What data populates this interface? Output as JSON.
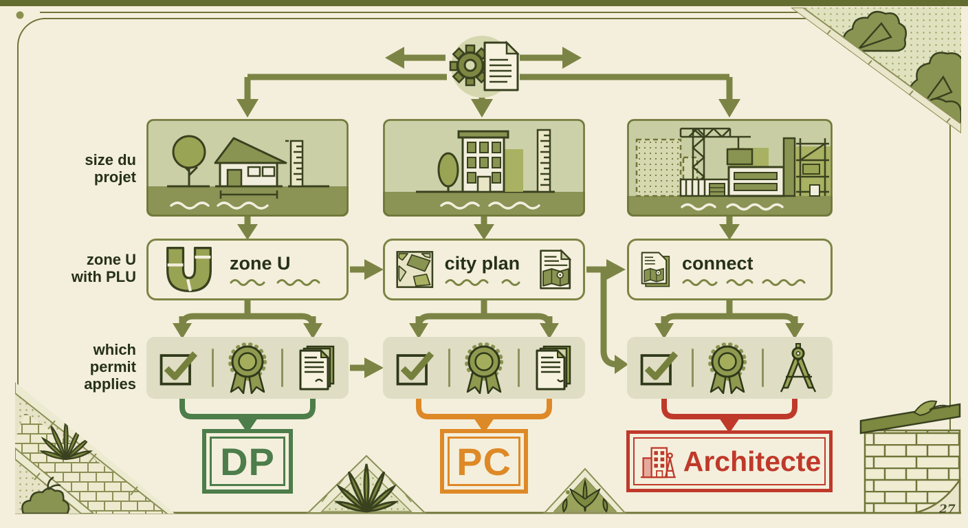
{
  "page": {
    "number": "27"
  },
  "side_labels": {
    "row1": "size du\nprojet",
    "row2": "zone U\nwith PLU",
    "row3": "which\npermit\napplies"
  },
  "hub": {
    "icons": [
      "gear-icon",
      "document-icon"
    ]
  },
  "columns": [
    {
      "scene": "small-house-with-tree-and-ruler",
      "condition": "zone U",
      "condition_icon": "letter-u-icon",
      "permit_icons": [
        "checkbox-icon",
        "rosette-icon",
        "documents-icon"
      ],
      "result": "DP",
      "result_color": "#4c7d4a"
    },
    {
      "scene": "apartment-building-with-tree-and-ruler",
      "condition": "city plan",
      "condition_icons": [
        "city-map-icon",
        "document-map-icon"
      ],
      "permit_icons": [
        "checkbox-icon",
        "rosette-icon",
        "documents-icon"
      ],
      "result": "PC",
      "result_color": "#de8927"
    },
    {
      "scene": "construction-site-with-crane-and-scaffolding",
      "condition": "connect",
      "condition_icons": [
        "document-map-stack-icon"
      ],
      "permit_icons": [
        "checkbox-icon",
        "rosette-icon",
        "drafting-compass-icon"
      ],
      "result": "Architecte",
      "result_icon": "building-and-compass-icon",
      "result_color": "#bf392b"
    }
  ],
  "colors": {
    "cream": "#f4efdc",
    "olive": "#7c8445",
    "olive-dark": "#39411f",
    "olive-mid": "#8a9452",
    "panel": "#dfddc3",
    "green": "#4c7d4a",
    "orange": "#de8927",
    "red": "#bf392b",
    "text": "#263119",
    "band": "#646d30"
  },
  "decorations": [
    "top-right-trees-corner",
    "bottom-left-plants-brick-corner",
    "bottom-center-plant-triangles",
    "bottom-right-brick-wall",
    "page-frame"
  ]
}
